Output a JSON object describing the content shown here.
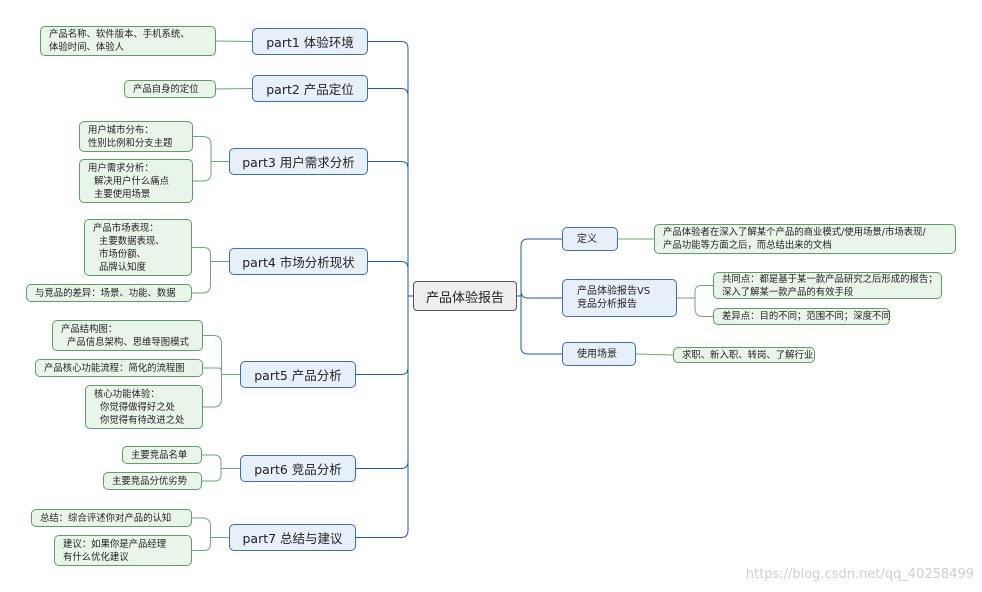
{
  "colors": {
    "left_edge": "#1f5aa6",
    "right_edge": "#1f5aa6",
    "leaf_edge": "#6aaa74"
  },
  "center": {
    "label": "产品体验报告"
  },
  "left": [
    {
      "label": "part1 体验环境",
      "leaves": [
        "产品名称、软件版本、手机系统、\n体验时间、体验人"
      ]
    },
    {
      "label": "part2 产品定位",
      "leaves": [
        "产品自身的定位"
      ]
    },
    {
      "label": "part3 用户需求分析",
      "leaves": [
        "用户城市分布：\n性别比例和分支主题",
        "用户需求分析：\n  解决用户什么痛点\n  主要使用场景"
      ]
    },
    {
      "label": "part4 市场分析现状",
      "leaves": [
        "产品市场表现：\n  主要数据表现、\n  市场份额、\n  品牌认知度",
        "与竞品的差异：场景、功能、数据"
      ]
    },
    {
      "label": "part5 产品分析",
      "leaves": [
        "产品结构图：\n  产品信息架构、思维导图模式",
        "产品核心功能流程：简化的流程图",
        "核心功能体验：\n  你觉得做得好之处\n  你觉得有待改进之处"
      ]
    },
    {
      "label": "part6 竞品分析",
      "leaves": [
        "主要竞品名单",
        "主要竞品分优劣势"
      ]
    },
    {
      "label": "part7 总结与建议",
      "leaves": [
        "总结：综合评述你对产品的认知",
        "建议：如果你是产品经理\n有什么优化建议"
      ]
    }
  ],
  "right": [
    {
      "label": "定义",
      "leaves": [
        "产品体验者在深入了解某个产品的商业模式/使用场景/市场表现/\n产品功能等方面之后，而总结出来的文档"
      ]
    },
    {
      "label": "产品体验报告VS\n竞品分析报告",
      "leaves": [
        "共同点：都是基于某一款产品研究之后形成的报告；\n深入了解某一款产品的有效手段",
        "差异点：目的不同；范围不同；深度不同"
      ]
    },
    {
      "label": "使用场景",
      "leaves": [
        "求职、新入职、转岗、了解行业"
      ]
    }
  ],
  "watermark": "https://blog.csdn.net/qq_40258499"
}
